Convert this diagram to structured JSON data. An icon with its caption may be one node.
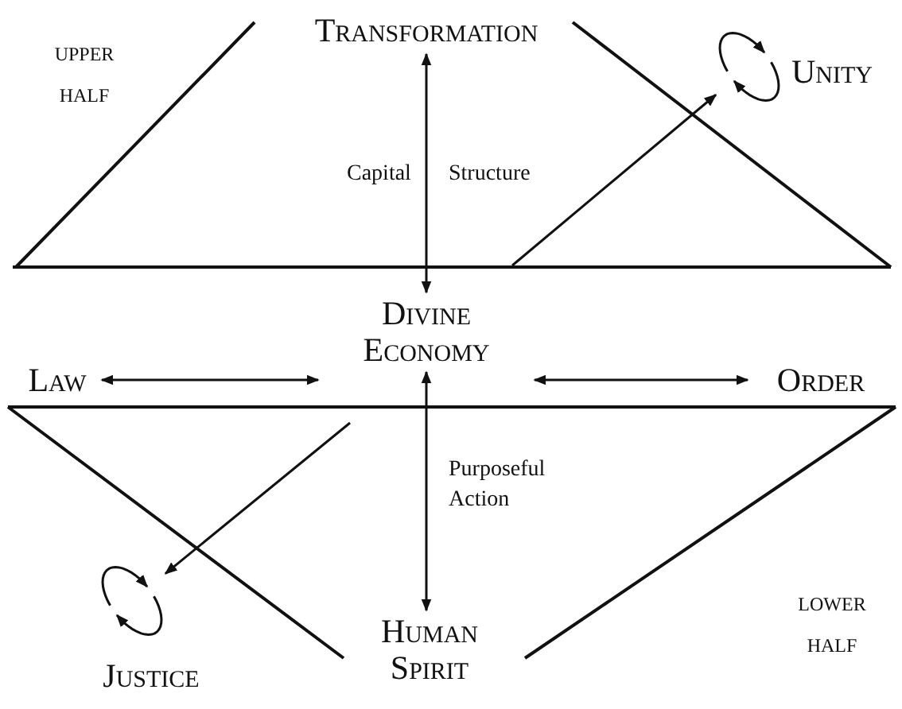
{
  "diagram": {
    "nodes": [
      {
        "text": [
          "Transformation"
        ]
      },
      {
        "text": [
          "Unity"
        ]
      },
      {
        "text": [
          "Law"
        ]
      },
      {
        "text": [
          "Divine Economy"
        ]
      },
      {
        "text": [
          "Order"
        ]
      },
      {
        "text": [
          "Justice"
        ]
      },
      {
        "text": [
          "Human Spirit"
        ]
      },
      {
        "text": [],
        "shape": "circle"
      },
      {
        "text": [],
        "shape": "circle"
      }
    ],
    "edges": [
      {
        "from": 3,
        "to": 0,
        "arrow": "both"
      },
      {
        "from": null,
        "to": 7,
        "arrow": "to"
      },
      {
        "from": 2,
        "to": 3,
        "arrow": "both"
      },
      {
        "from": 3,
        "to": 4,
        "arrow": "both"
      },
      {
        "from": 3,
        "to": 6,
        "arrow": "both",
        "label": "Purposeful Action"
      },
      {
        "from": null,
        "to": 8,
        "arrow": "to"
      }
    ],
    "labels": [
      "upper half",
      "Capital",
      "Structure",
      "lower half"
    ]
  }
}
